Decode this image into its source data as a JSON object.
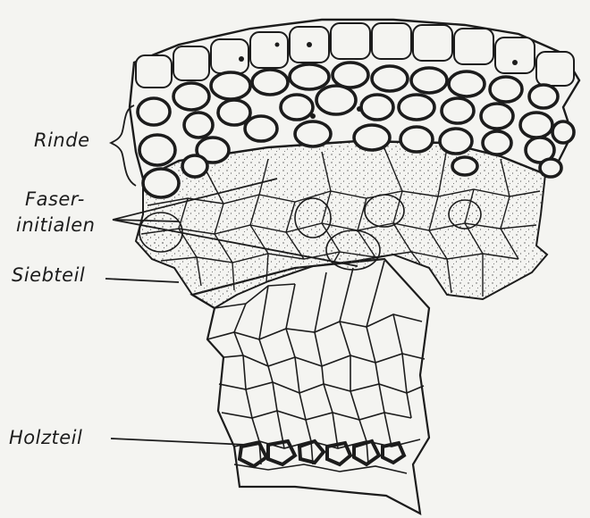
{
  "labels": {
    "rinde": "Rinde",
    "faser_line1": "Faser-",
    "faser_line2": "initialen",
    "siebteil": "Siebteil",
    "holzteil": "Holzteil"
  },
  "colors": {
    "ink": "#1c1c1c",
    "paper": "#f4f4f1",
    "stipple": "#555555"
  }
}
